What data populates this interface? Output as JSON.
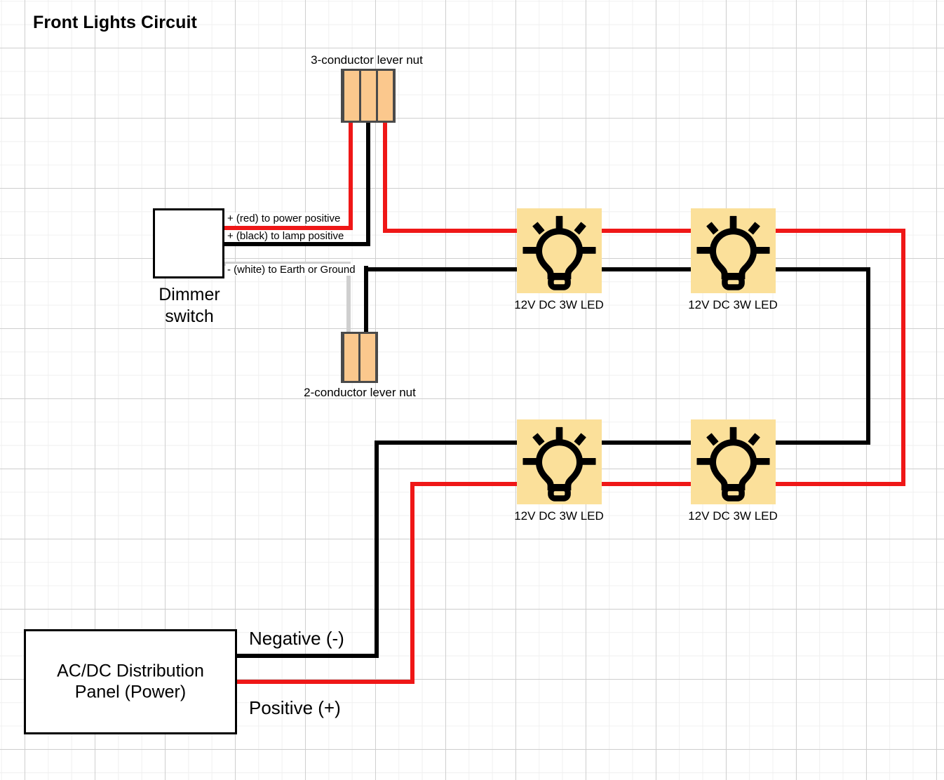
{
  "diagram": {
    "title": "Front Lights Circuit",
    "colors": {
      "wire_positive": "#ef1717",
      "wire_negative": "#000000",
      "wire_ground": "#cfcfcf",
      "lamp_fill": "#fbe09a",
      "lever_nut_fill": "#fbc88d",
      "lever_nut_border": "#4a4a4a",
      "grid_major": "#cfcfcf",
      "grid_minor": "#f0f0f0"
    }
  },
  "components": {
    "lever_nut_3": {
      "label": "3-conductor lever nut",
      "conductors": 3
    },
    "lever_nut_2": {
      "label": "2-conductor lever nut",
      "conductors": 2
    },
    "dimmer": {
      "caption": "Dimmer\nswitch",
      "wires": [
        {
          "label": "+ (red) to power positive",
          "color": "red",
          "polarity": "+"
        },
        {
          "label": "+ (black) to lamp positive",
          "color": "black",
          "polarity": "+"
        },
        {
          "label": "- (white) to Earth or Ground",
          "color": "white",
          "polarity": "-"
        }
      ]
    },
    "panel": {
      "text": "AC/DC Distribution\nPanel (Power)",
      "negative_label": "Negative (-)",
      "positive_label": "Positive (+)"
    },
    "lamps": [
      {
        "id": "lamp-top-left",
        "label": "12V DC 3W LED",
        "icon": "light-bulb-icon"
      },
      {
        "id": "lamp-top-right",
        "label": "12V DC 3W LED",
        "icon": "light-bulb-icon"
      },
      {
        "id": "lamp-bottom-left",
        "label": "12V DC 3W LED",
        "icon": "light-bulb-icon"
      },
      {
        "id": "lamp-bottom-right",
        "label": "12V DC 3W LED",
        "icon": "light-bulb-icon"
      }
    ]
  }
}
